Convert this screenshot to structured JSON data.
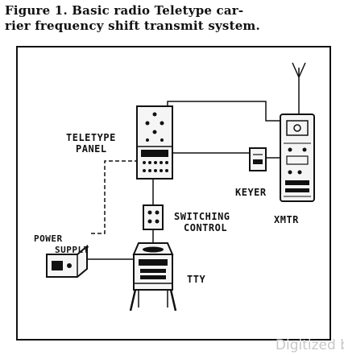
{
  "figure": {
    "caption_line1": "Figure 1.  Basic radio Teletype car-",
    "caption_line2": "rier frequency shift transmit system."
  },
  "labels": {
    "teletype_panel_1": "TELETYPE",
    "teletype_panel_2": "PANEL",
    "keyer": "KEYER",
    "xmtr": "XMTR",
    "switching_1": "SWITCHING",
    "switching_2": "CONTROL",
    "power_1": "POWER",
    "power_2": "SUPPLY",
    "tty": "TTY"
  },
  "watermark": "Digitized b"
}
